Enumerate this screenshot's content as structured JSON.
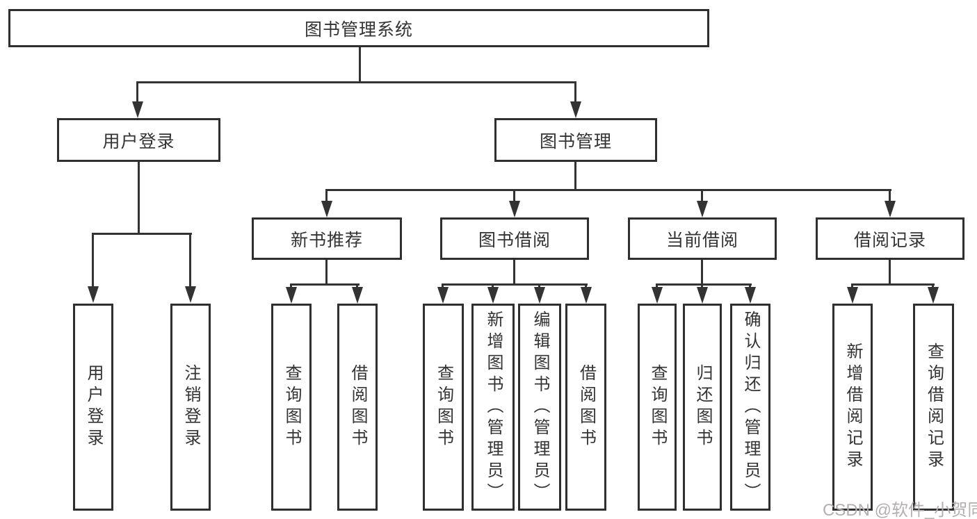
{
  "diagram": {
    "root": {
      "label": "图书管理系统"
    },
    "branches": [
      {
        "label": "用户登录",
        "children": [
          {
            "label": "用户登录"
          },
          {
            "label": "注销登录"
          }
        ]
      },
      {
        "label": "图书管理",
        "children": [
          {
            "label": "新书推荐",
            "children": [
              {
                "label": "查询图书"
              },
              {
                "label": "借阅图书"
              }
            ]
          },
          {
            "label": "图书借阅",
            "children": [
              {
                "label": "查询图书"
              },
              {
                "label": "新增图书（管理员）"
              },
              {
                "label": "编辑图书（管理员）"
              },
              {
                "label": "借阅图书"
              }
            ]
          },
          {
            "label": "当前借阅",
            "children": [
              {
                "label": "查询图书"
              },
              {
                "label": "归还图书"
              },
              {
                "label": "确认归还（管理员）"
              }
            ]
          },
          {
            "label": "借阅记录",
            "children": [
              {
                "label": "新增借阅记录"
              },
              {
                "label": "查询借阅记录"
              }
            ]
          }
        ]
      }
    ]
  },
  "watermark": {
    "text": "CSDN @软件_小贺同学"
  },
  "colors": {
    "line": "#333333",
    "border": "#2f2f2f",
    "watermark": "#b5aeae"
  }
}
